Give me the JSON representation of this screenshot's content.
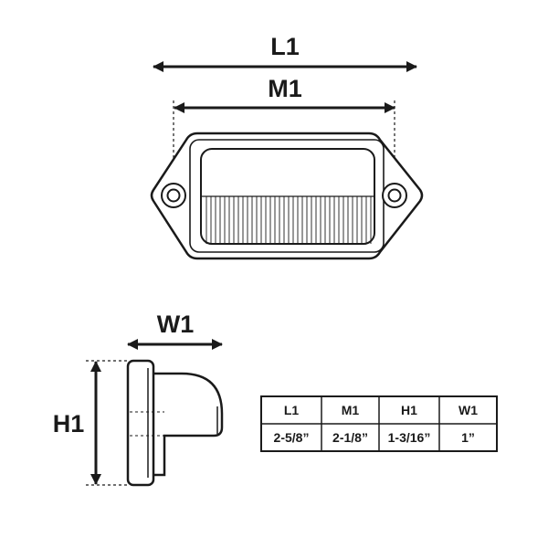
{
  "dimensions": {
    "length": "L1",
    "mount": "M1",
    "width": "W1",
    "height": "H1"
  },
  "spec_table": {
    "headers": [
      "L1",
      "M1",
      "H1",
      "W1"
    ],
    "values": [
      "2-5/8”",
      "2-1/8”",
      "1-3/16”",
      "1”"
    ]
  },
  "colors": {
    "line": "#1a1a1a",
    "background": "#ffffff"
  }
}
